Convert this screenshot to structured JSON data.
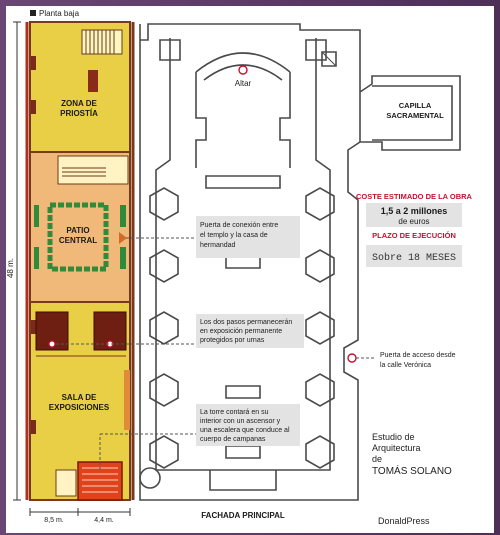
{
  "labels": {
    "planta": "Planta baja",
    "zona": [
      "ZONA DE",
      "PRIOSTÍA"
    ],
    "patio": [
      "PATIO",
      "CENTRAL"
    ],
    "sala": [
      "SALA DE",
      "EXPOSICIONES"
    ],
    "altar": "Altar",
    "capilla": [
      "CAPILLA",
      "SACRAMENTAL"
    ],
    "fachada": "FACHADA PRINCIPAL",
    "dim_height": "48 m.",
    "dim_width_total": "8,5 m.",
    "dim_width_inner": "4,4 m."
  },
  "info": {
    "coste_title": "COSTE ESTIMADO DE LA OBRA",
    "coste_value": "1,5 a 2 millones",
    "coste_unit": "de euros",
    "plazo_title": "PLAZO DE EJECUCIÓN",
    "plazo_value": "Sobre 18 MESES"
  },
  "callouts": {
    "c1": [
      "Puerta de conexión entre",
      "el templo y la casa de",
      "hermandad"
    ],
    "c2": [
      "Los dos pasos permanecerán",
      "en exposición permanente",
      "protegidos por urnas"
    ],
    "c3": [
      "La torre contará en su",
      "interior con un ascensor y",
      "una escalera que conduce al",
      "cuerpo de campanas"
    ],
    "c4": [
      "Puerta de acceso desde",
      "la calle Verónica"
    ]
  },
  "credits": {
    "studio": [
      "Estudio de",
      "Arquitectura",
      "de",
      "TOMÁS SOLANO"
    ],
    "agency": "DonaldPress"
  },
  "colors": {
    "zone_yellow": "#e9cf45",
    "patio_orange": "#f0b97a",
    "accent_red": "#c8102e",
    "tower_red": "#e0421c",
    "dark_red": "#6e1f12",
    "green": "#2f8a3a"
  }
}
